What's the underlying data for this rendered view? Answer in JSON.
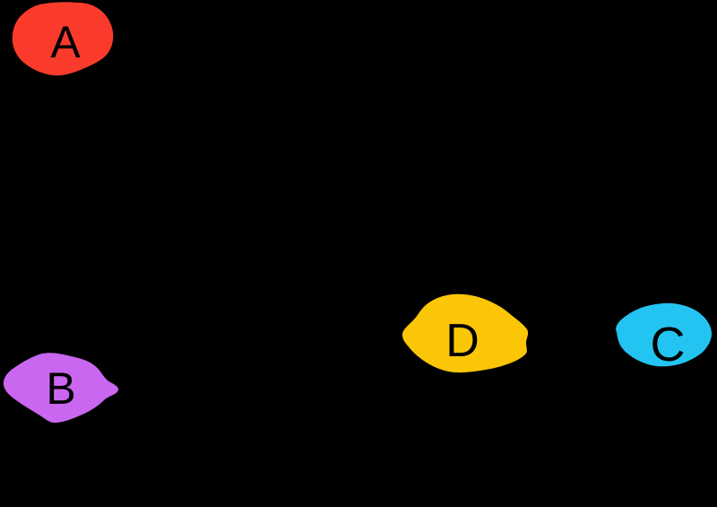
{
  "canvas": {
    "background": "#000000"
  },
  "regions": [
    {
      "label": "A",
      "color": "#FA3B2C",
      "label_color": "#000000"
    },
    {
      "label": "B",
      "color": "#C967F0",
      "label_color": "#000000"
    },
    {
      "label": "C",
      "color": "#23C4F2",
      "label_color": "#000000"
    },
    {
      "label": "D",
      "color": "#FCC608",
      "label_color": "#000000"
    }
  ]
}
